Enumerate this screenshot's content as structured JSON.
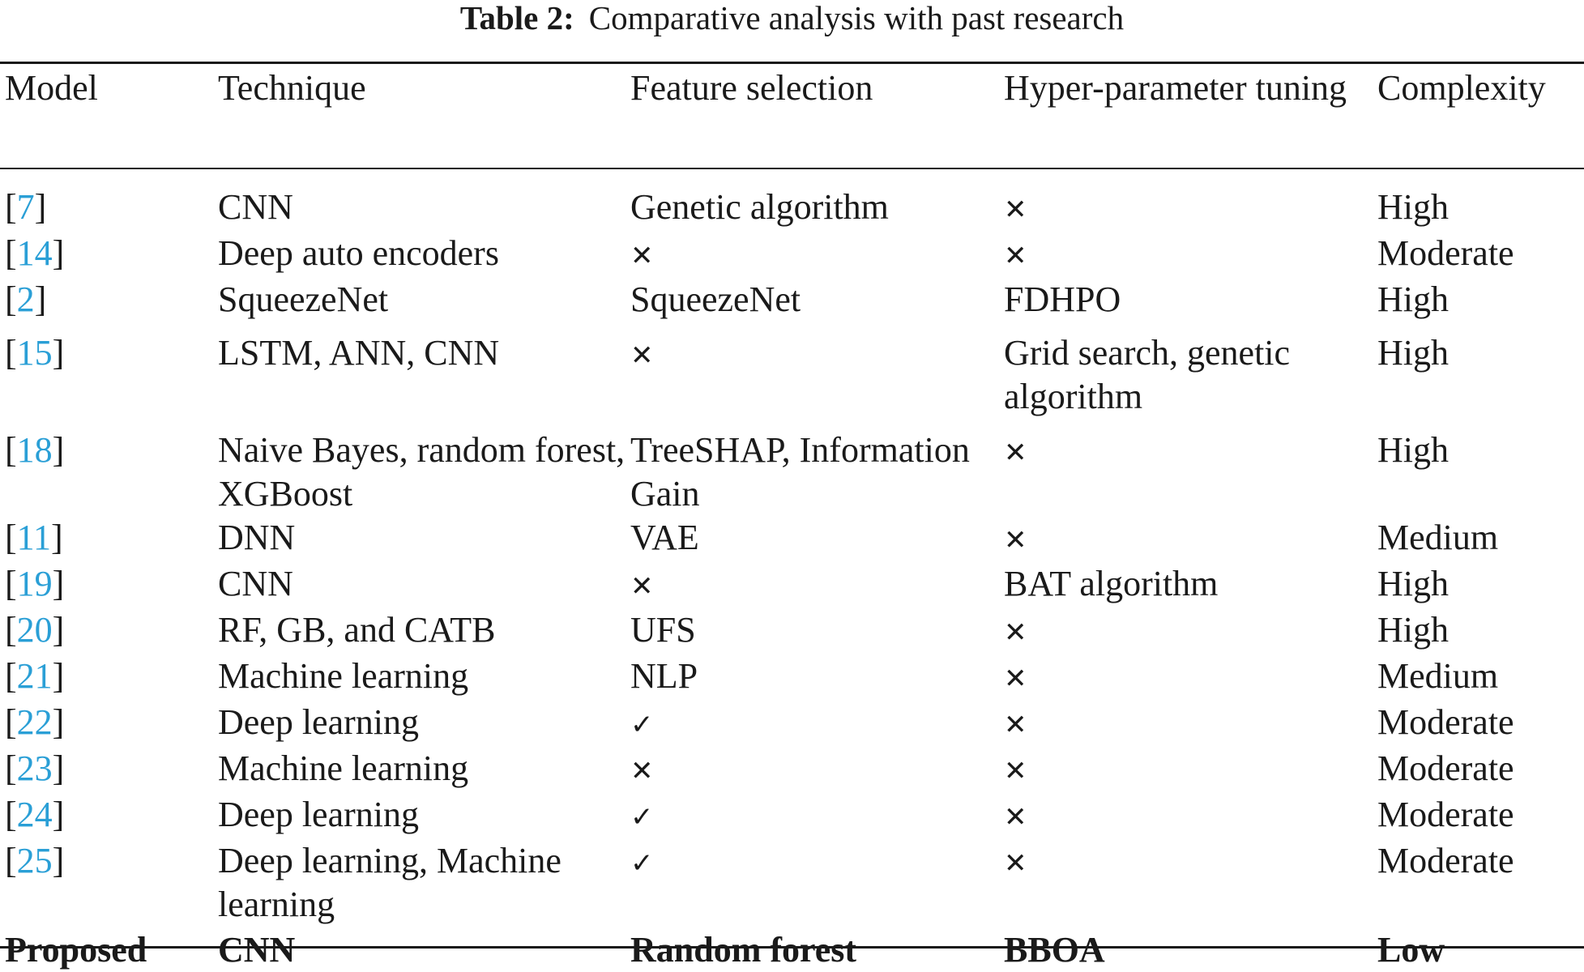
{
  "caption": {
    "label": "Table 2:",
    "text": "Comparative analysis with past research"
  },
  "headers": [
    "Model",
    "Technique",
    "Feature selection",
    "Hyper-parameter tuning",
    "Complexity"
  ],
  "rows": [
    {
      "ref": "7",
      "technique": "CNN",
      "feature": "Genetic algorithm",
      "tuning": "✕",
      "complexity": "High"
    },
    {
      "ref": "14",
      "technique": "Deep auto encoders",
      "feature": "✕",
      "tuning": "✕",
      "complexity": "Moderate"
    },
    {
      "ref": "2",
      "technique": "SqueezeNet",
      "feature": "SqueezeNet",
      "tuning": "FDHPO",
      "complexity": "High"
    },
    {
      "ref": "15",
      "technique": "LSTM, ANN, CNN",
      "feature": "✕",
      "tuning": "Grid search, genetic algorithm",
      "complexity": "High"
    },
    {
      "ref": "18",
      "technique": "Naive Bayes, random forest, XGBoost",
      "feature": "TreeSHAP, Information Gain",
      "tuning": "✕",
      "complexity": "High"
    },
    {
      "ref": "11",
      "technique": "DNN",
      "feature": "VAE",
      "tuning": "✕",
      "complexity": "Medium"
    },
    {
      "ref": "19",
      "technique": "CNN",
      "feature": "✕",
      "tuning": "BAT algorithm",
      "complexity": "High"
    },
    {
      "ref": "20",
      "technique": "RF, GB, and CATB",
      "feature": "UFS",
      "tuning": "✕",
      "complexity": "High"
    },
    {
      "ref": "21",
      "technique": "Machine learning",
      "feature": "NLP",
      "tuning": "✕",
      "complexity": "Medium"
    },
    {
      "ref": "22",
      "technique": "Deep learning",
      "feature": "✓",
      "tuning": "✕",
      "complexity": "Moderate"
    },
    {
      "ref": "23",
      "technique": "Machine learning",
      "feature": "✕",
      "tuning": "✕",
      "complexity": "Moderate"
    },
    {
      "ref": "24",
      "technique": "Deep learning",
      "feature": "✓",
      "tuning": "✕",
      "complexity": "Moderate"
    },
    {
      "ref": "25",
      "technique": "Deep learning, Machine learning",
      "feature": "✓",
      "tuning": "✕",
      "complexity": "Moderate"
    }
  ],
  "proposed": {
    "model": "Proposed",
    "technique": "CNN",
    "feature": "Random forest",
    "tuning": "BBOA",
    "complexity": "Low"
  }
}
